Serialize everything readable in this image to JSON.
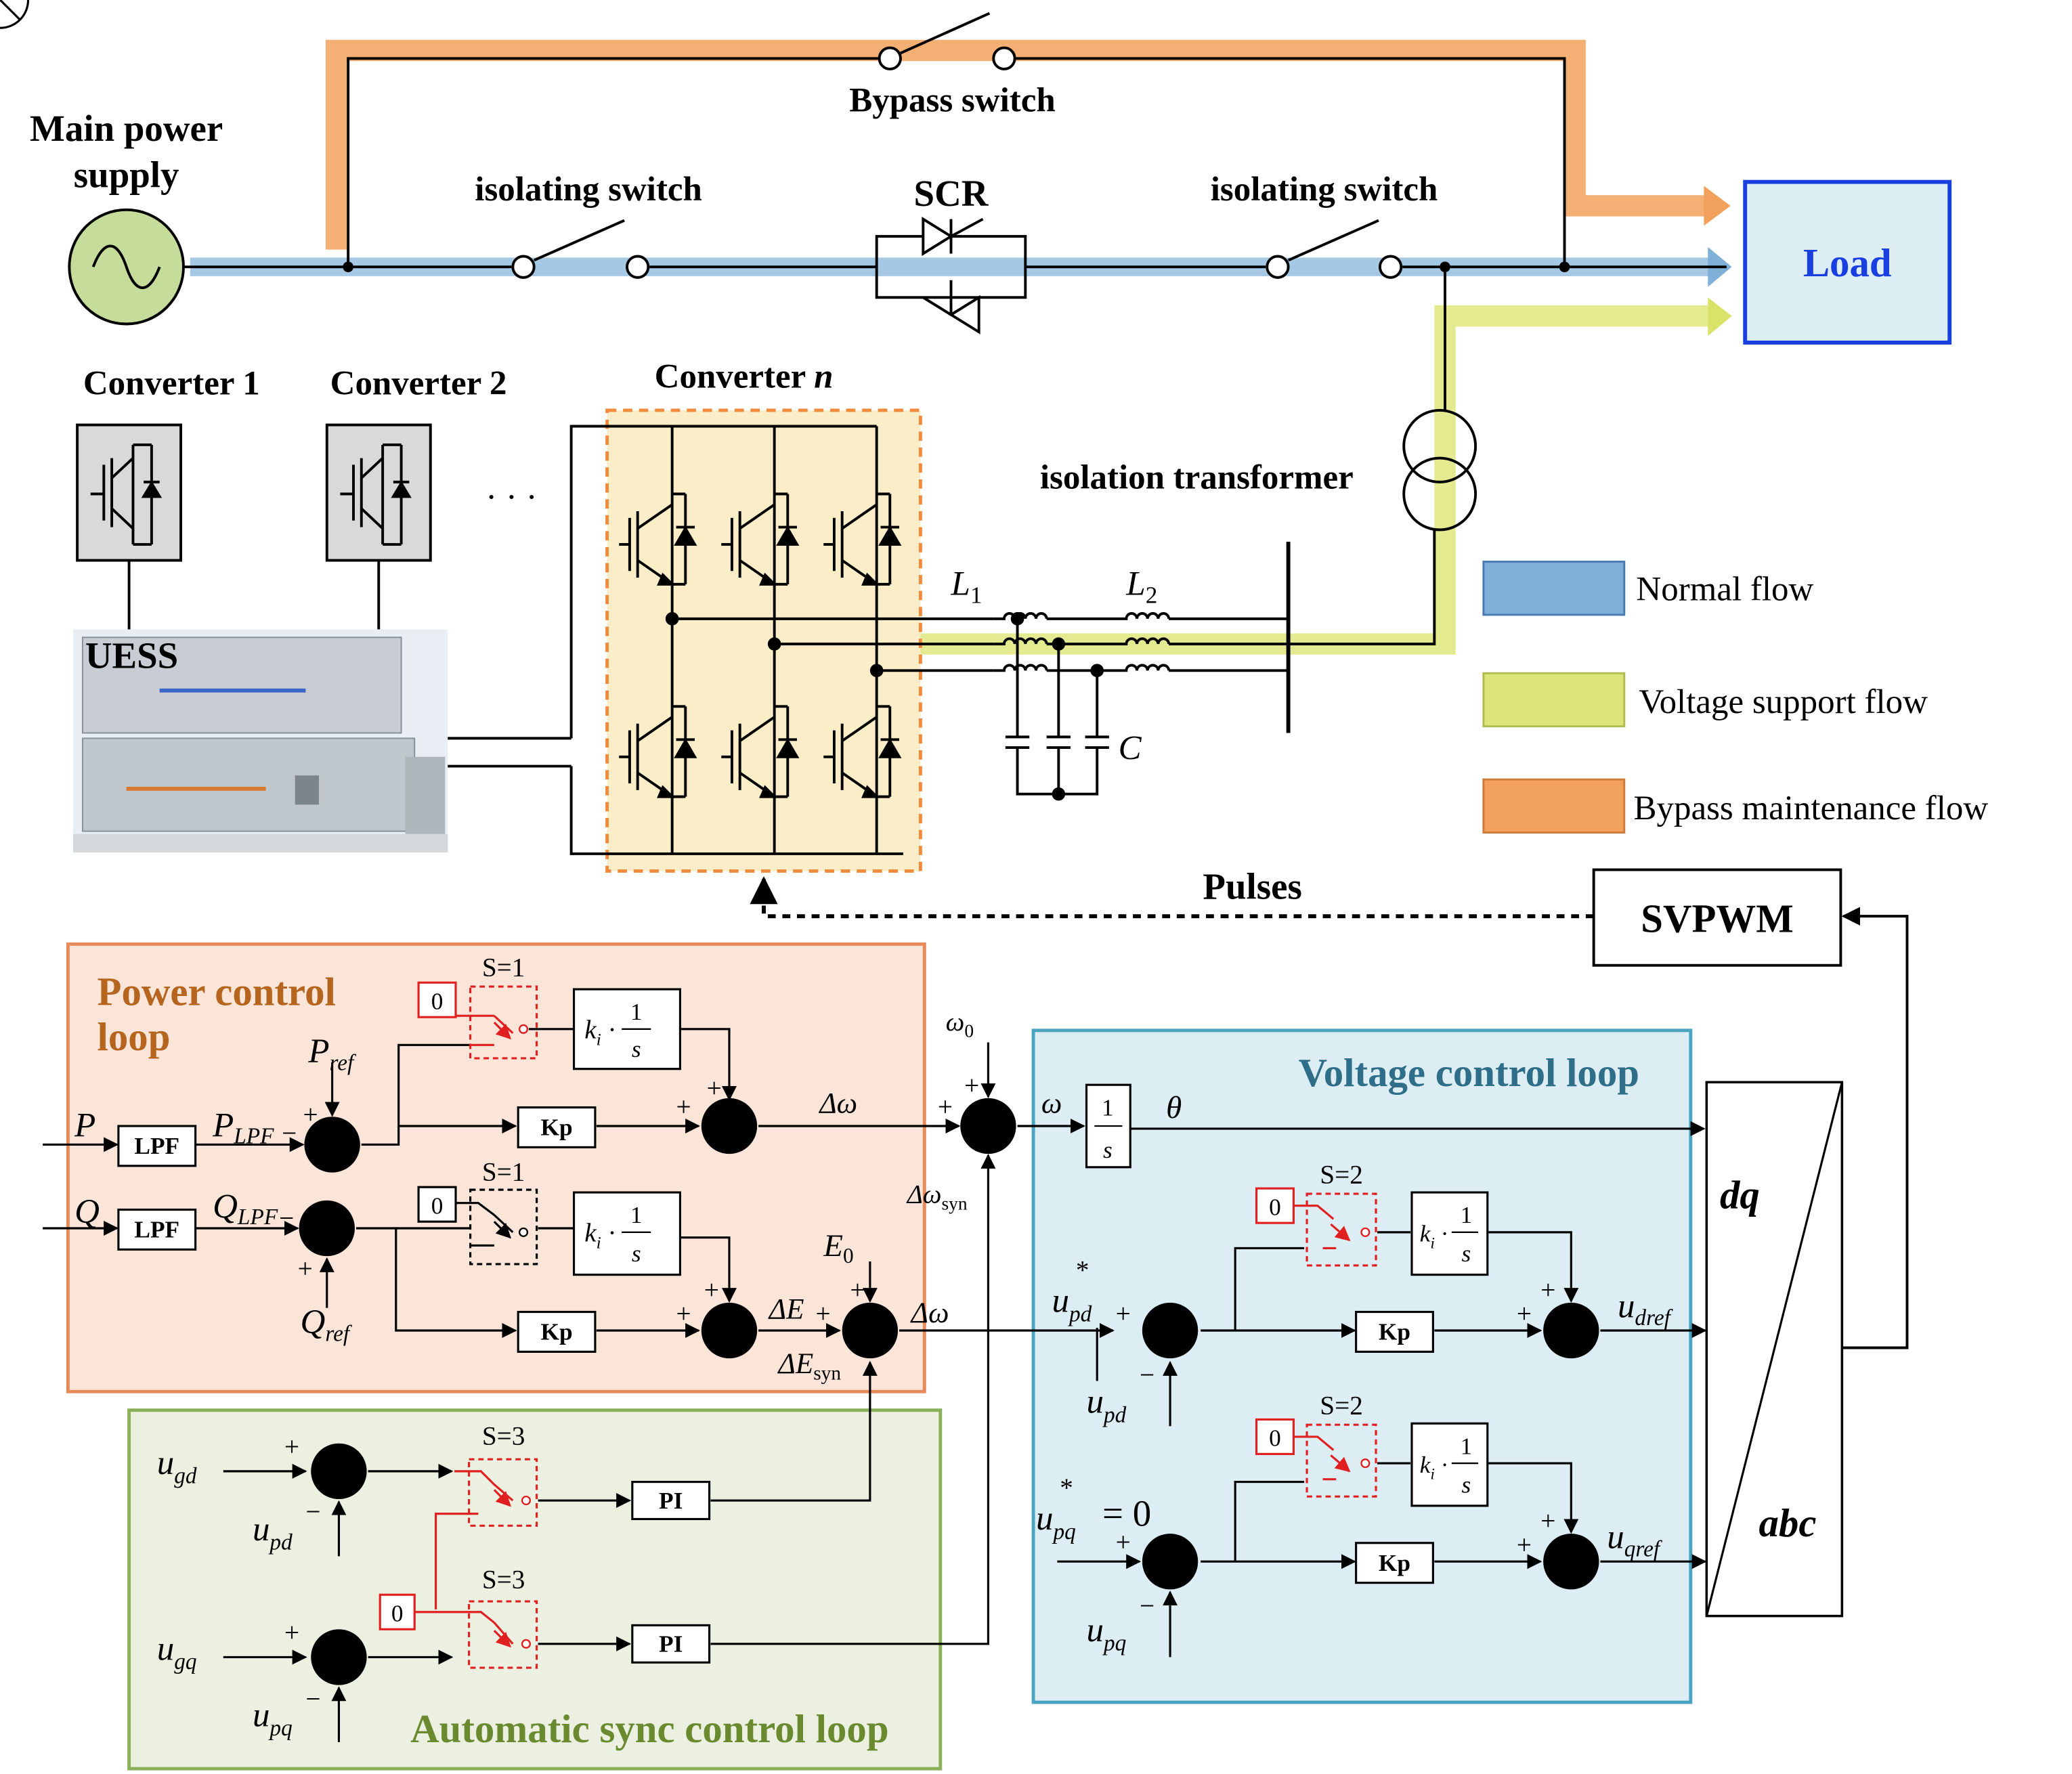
{
  "top": {
    "main_power_supply_1": "Main power",
    "main_power_supply_2": "supply",
    "bypass_switch": "Bypass switch",
    "isolating_switch_left": "isolating switch",
    "scr": "SCR",
    "isolating_switch_right": "isolating switch",
    "load": "Load",
    "converter_1": "Converter 1",
    "converter_2": "Converter 2",
    "ellipsis": "· · ·",
    "converter_n_prefix": "Converter ",
    "converter_n_var": "n",
    "uess": "UESS",
    "isolation_transformer": "isolation transformer",
    "L1": "L",
    "L1_sub": "1",
    "L2": "L",
    "L2_sub": "2",
    "C": "C",
    "pulses": "Pulses",
    "svpwm": "SVPWM"
  },
  "legend": {
    "normal_flow": "Normal flow",
    "voltage_support_flow": "Voltage support flow",
    "bypass_maintenance_flow": "Bypass maintenance flow"
  },
  "colors": {
    "normal": "#7fb0d8",
    "voltage_support": "#d9e36a",
    "bypass": "#f2a15c",
    "power_loop_bg": "#fae5d8",
    "power_loop_border": "#e8895a",
    "voltage_loop_bg": "#dcedf3",
    "voltage_loop_border": "#4aa3c0",
    "sync_loop_bg": "#ebf0e0",
    "sync_loop_border": "#8ab05a",
    "red_switch": "#e02020",
    "load_border": "#1a3fe0"
  },
  "power_loop": {
    "title_1": "Power control",
    "title_2": "loop",
    "S1a": "S=1",
    "S1b": "S=1",
    "zero_a": "0",
    "zero_b": "0",
    "P": "P",
    "Q": "Q",
    "LPF": "LPF",
    "P_LPF": "P",
    "P_LPF_sub": "LPF",
    "Q_LPF": "Q",
    "Q_LPF_sub": "LPF",
    "P_ref": "P",
    "P_ref_sub": "ref",
    "Q_ref": "Q",
    "Q_ref_sub": "ref",
    "Kp": "Kp",
    "ki": "k",
    "ki_sub": "i",
    "frac_num": "1",
    "frac_den": "s",
    "delta_omega": "Δω",
    "delta_E": "ΔE",
    "E0": "E",
    "E0_sub": "0",
    "omega0": "ω",
    "omega0_sub": "0",
    "delta_omega_syn": "Δω",
    "delta_omega_syn_sub": "syn",
    "delta_E_syn": "ΔE",
    "delta_E_syn_sub": "syn",
    "omega": "ω",
    "theta": "θ"
  },
  "voltage_loop": {
    "title": "Voltage control loop",
    "S2a": "S=2",
    "S2b": "S=2",
    "u_pd_star": "u",
    "u_pd_star_sub": "pd",
    "u_pq_star": "u",
    "u_pq_star_sub": "pq",
    "eq_zero": "= 0",
    "u_pd": "u",
    "u_pd_sub": "pd",
    "u_pq": "u",
    "u_pq_sub": "pq",
    "u_dref": "u",
    "u_dref_sub": "dref",
    "u_qref": "u",
    "u_qref_sub": "qref",
    "dq": "dq",
    "abc": "abc"
  },
  "sync_loop": {
    "title": "Automatic sync control loop",
    "S3a": "S=3",
    "S3b": "S=3",
    "PI": "PI",
    "u_gd": "u",
    "u_gd_sub": "gd",
    "u_gq": "u",
    "u_gq_sub": "gq",
    "u_pd": "u",
    "u_pd_sub": "pd",
    "u_pq": "u",
    "u_pq_sub": "pq"
  },
  "signs": {
    "plus": "+",
    "minus": "−"
  }
}
